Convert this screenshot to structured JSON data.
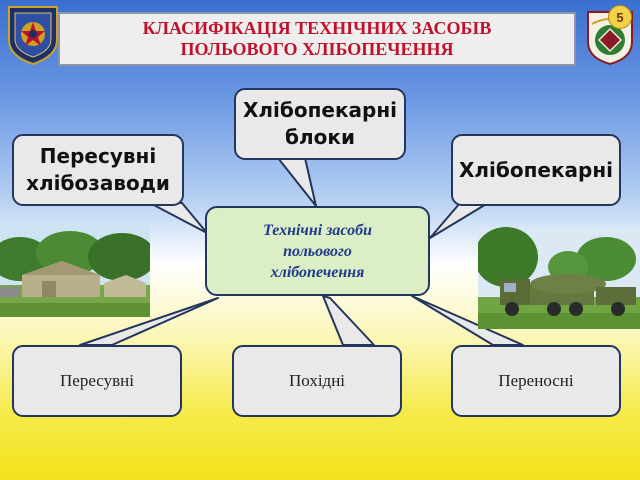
{
  "header": {
    "title_line1": "КЛАСИФІКАЦІЯ ТЕХНІЧНИХ ЗАСОБІВ",
    "title_line2": "ПОЛЬОВОГО ХЛІБОПЕЧЕННЯ"
  },
  "page_number": "5",
  "center": {
    "line1": "Технічні засоби",
    "line2": "польового",
    "line3": "хлібопечення"
  },
  "top_categories": [
    {
      "line1": "Пересувні",
      "line2": "хлібозаводи"
    },
    {
      "line1": "Хлібопекарні",
      "line2": "блоки"
    },
    {
      "line1": "Хлібопекарні",
      "line2": ""
    }
  ],
  "bottom_categories": [
    {
      "label": "Пересувні"
    },
    {
      "label": "Похідні"
    },
    {
      "label": "Переносні"
    }
  ],
  "colors": {
    "title_text": "#c0102a",
    "center_text": "#1e3a8a",
    "bubble_border": "#24365c",
    "center_fill": "#dbeec6"
  },
  "icons": {
    "left_emblem": "shield-emblem-icon",
    "right_emblem": "round-emblem-icon"
  }
}
